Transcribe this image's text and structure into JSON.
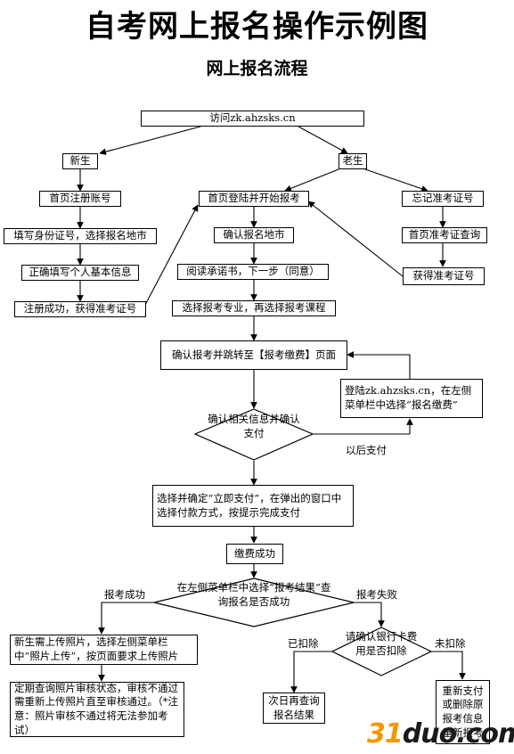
{
  "title": "自考网上报名操作示例图",
  "subtitle": "网上报名流程",
  "nodes": {
    "visit": "访问zk.ahzsks.cn",
    "new_student": "新生",
    "old_student": "老生",
    "register_account": "首页注册账号",
    "login_start": "首页登陆并开始报考",
    "forgot_id": "忘记准考证号",
    "fill_id": "填写身份证号，选择报名地市",
    "confirm_city": "确认报名地市",
    "home_query_id": "首页准考证查询",
    "fill_info": "正确填写个人基本信息",
    "read_promise": "阅读承诺书，下一步（同意）",
    "get_id": "获得准考证号",
    "reg_success": "注册成功，获得准考证号",
    "choose_major": "选择报考专业，再选择报考课程",
    "confirm_jump": "确认报考并跳转至【报考缴费】页面",
    "login_pay": "登陆zk.ahzsks.cn，在左侧菜单栏中选择“报名缴费”",
    "confirm_pay_diamond": "确认相关信息并确认支付",
    "choose_pay": "选择并确定“立即支付”，在弹出的窗口中选择付款方式，按提示完成支付",
    "pay_success": "缴费成功",
    "query_result_diamond": "在左侧菜单栏中选择“报考结果”查询报名是否成功",
    "upload_photo": "新生需上传照片，选择左侧菜单栏中“照片上传”，按页面要求上传照片",
    "check_photo": "定期查询照片审核状态，审核不通过需重新上传照片直至审核通过。（*注意：照片审核不通过将无法参加考试）",
    "bank_diamond": "请确认银行卡费用是否扣除",
    "next_day": "次日再查询报名结果",
    "repay": "重新支付或删除原报考信息重新报考"
  },
  "labels": {
    "pay_later": "以后支付",
    "reg_success": "报考成功",
    "reg_fail": "报考失败",
    "deducted": "已扣除",
    "not_deducted": "未扣除"
  },
  "watermark": {
    "num": "31",
    "text": "duo.com"
  }
}
